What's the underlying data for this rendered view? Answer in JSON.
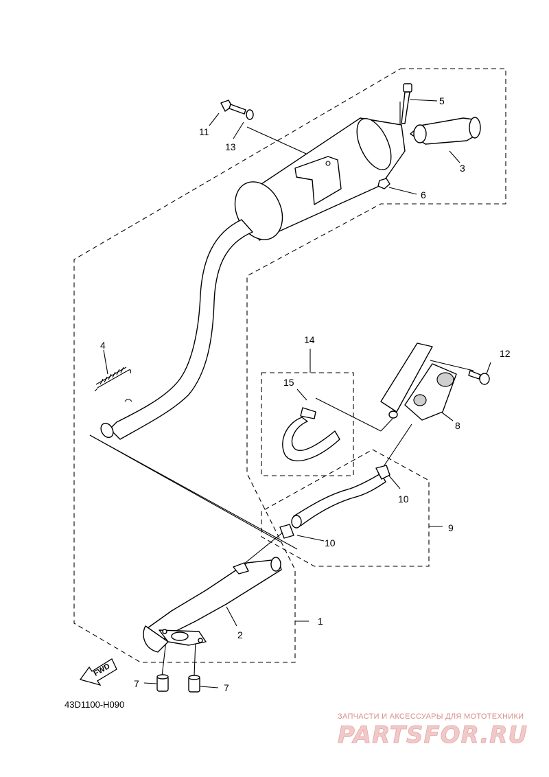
{
  "parts": {
    "p1": "1",
    "p2": "2",
    "p3": "3",
    "p4": "4",
    "p5": "5",
    "p6": "6",
    "p7a": "7",
    "p7b": "7",
    "p8": "8",
    "p9": "9",
    "p10a": "10",
    "p10b": "10",
    "p11": "11",
    "p12": "12",
    "p13": "13",
    "p14": "14",
    "p15": "15"
  },
  "diagram_code": "43D1100-H090",
  "fwd_label": "FWD",
  "watermark": {
    "subtitle": "ЗАПЧАСТИ И АКСЕССУАРЫ ДЛЯ МОТОТЕХНИКИ",
    "brand": "PARTSFOR.RU"
  }
}
